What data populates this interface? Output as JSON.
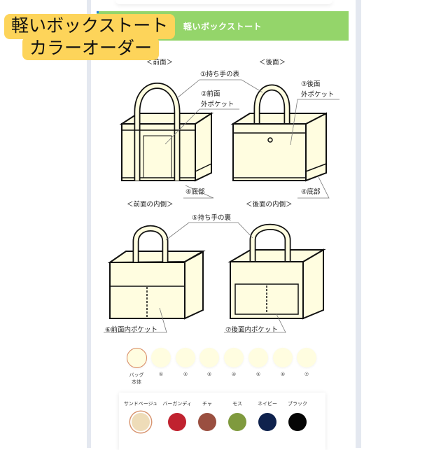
{
  "overlay_badge": {
    "line1": "軽いボックストート",
    "line2": "カラーオーダー",
    "color": "#fdd45a"
  },
  "header": {
    "title": "軽いボックストート",
    "color": "#94d56a"
  },
  "diagram": {
    "views": {
      "front": "＜前面＞",
      "back": "＜後面＞",
      "front_inside": "＜前面の内側＞",
      "back_inside": "＜後面の内側＞"
    },
    "labels": {
      "handle_outer": "①持ち手の表",
      "front_outer_pocket_1": "②前面",
      "front_outer_pocket_2": "外ポケット",
      "back_outer_pocket_1": "③後面",
      "back_outer_pocket_2": "外ポケット",
      "bottom_front": "④底部",
      "bottom_back": "④底部",
      "handle_inner": "⑤持ち手の裏",
      "front_inner_pocket": "⑥前面内ポケット",
      "back_inner_pocket": "⑦後面内ポケット"
    },
    "fill_color": "#fffde0"
  },
  "parts": [
    {
      "label": "バッグ\n本体",
      "line1": "バッグ",
      "line2": "本体",
      "color": "#fffde0",
      "selected": true
    },
    {
      "label": "①",
      "color": "#fffde0"
    },
    {
      "label": "②",
      "color": "#fffde0"
    },
    {
      "label": "③",
      "color": "#fffde0"
    },
    {
      "label": "④",
      "color": "#fffde0"
    },
    {
      "label": "⑤",
      "color": "#fffde0"
    },
    {
      "label": "⑥",
      "color": "#fffde0"
    },
    {
      "label": "⑦",
      "color": "#fffde0"
    }
  ],
  "colors": [
    {
      "name": "サンドベージュ",
      "hex": "#eedcb8",
      "selected": true
    },
    {
      "name": "バーガンディ",
      "hex": "#c0222f"
    },
    {
      "name": "チャ",
      "hex": "#9a4f40"
    },
    {
      "name": "モス",
      "hex": "#7f9a3e"
    },
    {
      "name": "ネイビー",
      "hex": "#0f224d"
    },
    {
      "name": "ブラック",
      "hex": "#050505"
    }
  ]
}
